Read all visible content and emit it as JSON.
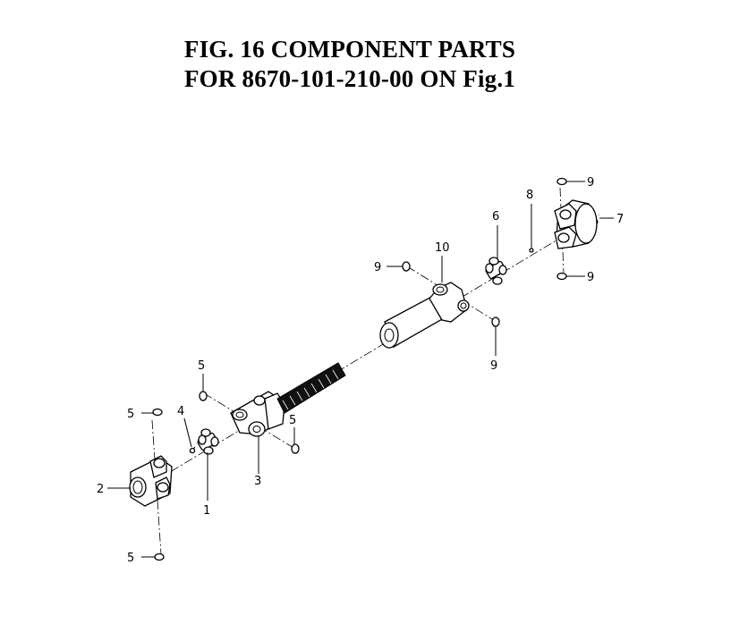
{
  "title": {
    "line1": "FIG. 16  COMPONENT PARTS",
    "line2": "FOR 8670-101-210-00 ON Fig.1"
  },
  "callouts": {
    "c1": "1",
    "c2": "2",
    "c3": "3",
    "c4": "4",
    "c5a": "5",
    "c5b": "5",
    "c5c": "5",
    "c5d": "5",
    "c6": "6",
    "c7": "7",
    "c8": "8",
    "c9a": "9",
    "c9b": "9",
    "c9c": "9",
    "c9d": "9",
    "c10": "10"
  }
}
